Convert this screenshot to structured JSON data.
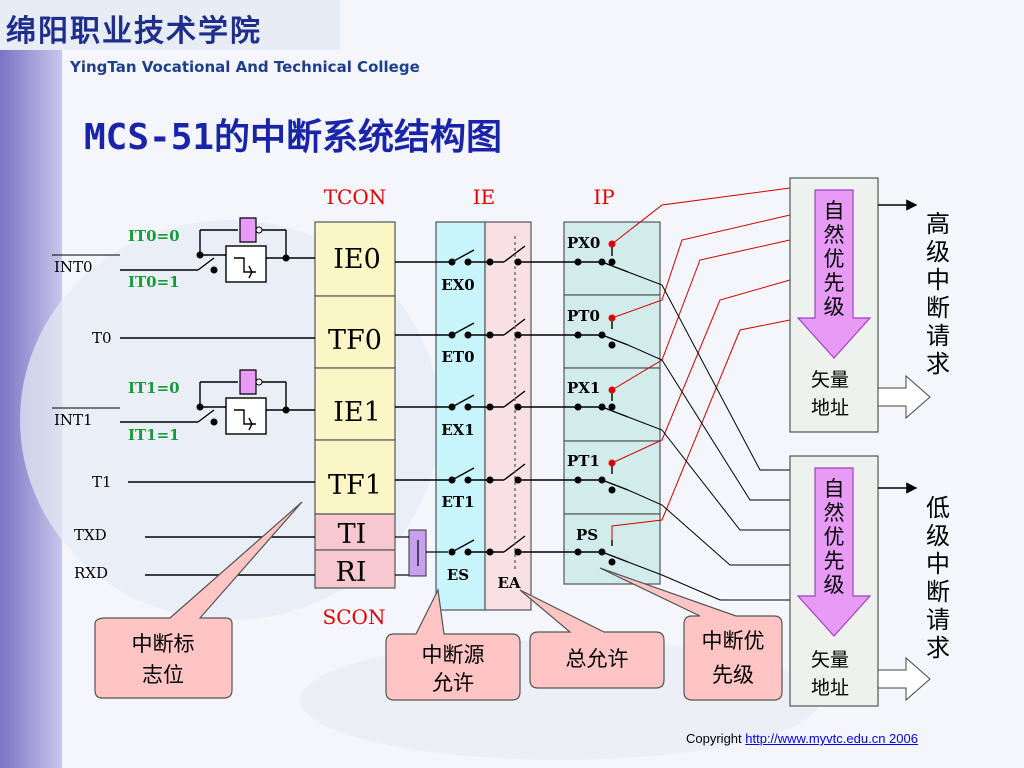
{
  "header": {
    "logo_cn": "绵阳职业技术学院",
    "logo_en": "YingTan Vocational And Technical College"
  },
  "slide": {
    "title": "MCS-51的中断系统结构图"
  },
  "registers": {
    "tcon": "TCON",
    "ie": "IE",
    "ip": "IP",
    "scon": "SCON"
  },
  "inputs": {
    "int0": "INT0",
    "t0": "T0",
    "int1": "INT1",
    "t1": "T1",
    "txd": "TXD",
    "rxd": "RXD"
  },
  "trigger": {
    "it0_0": "IT0=0",
    "it0_1": "IT0=1",
    "it1_0": "IT1=0",
    "it1_1": "IT1=1"
  },
  "flags": {
    "ie0": "IE0",
    "tf0": "TF0",
    "ie1": "IE1",
    "tf1": "TF1",
    "ti": "TI",
    "ri": "RI"
  },
  "enables": {
    "ex0": "EX0",
    "et0": "ET0",
    "ex1": "EX1",
    "et1": "ET1",
    "es": "ES",
    "ea": "EA"
  },
  "priorities": {
    "px0": "PX0",
    "pt0": "PT0",
    "px1": "PX1",
    "pt1": "PT1",
    "ps": "PS"
  },
  "priority_blocks": {
    "natural": "自然优先级",
    "vector_line1": "矢量",
    "vector_line2": "地址"
  },
  "outputs": {
    "high": "高级中断请求",
    "low": "低级中断请求"
  },
  "callouts": {
    "flag_line1": "中断标",
    "flag_line2": "志位",
    "src_line1": "中断源",
    "src_line2": "允许",
    "global": "总允许",
    "prio_line1": "中断优",
    "prio_line2": "先级"
  },
  "footer": {
    "copyright": "Copyright",
    "link": "http://www.myvtc.edu.cn 2006"
  },
  "colors": {
    "title": "#1a24a8",
    "tcon_label": "#e00000",
    "flag_fill": "#fbf6c6",
    "ie_fill": "#c8f4fb",
    "ea_fill": "#f8e0e6",
    "ip_fill": "#d2ecec",
    "arrow_fill": "#e79bf7",
    "callout_fill": "#ffc4c4"
  }
}
